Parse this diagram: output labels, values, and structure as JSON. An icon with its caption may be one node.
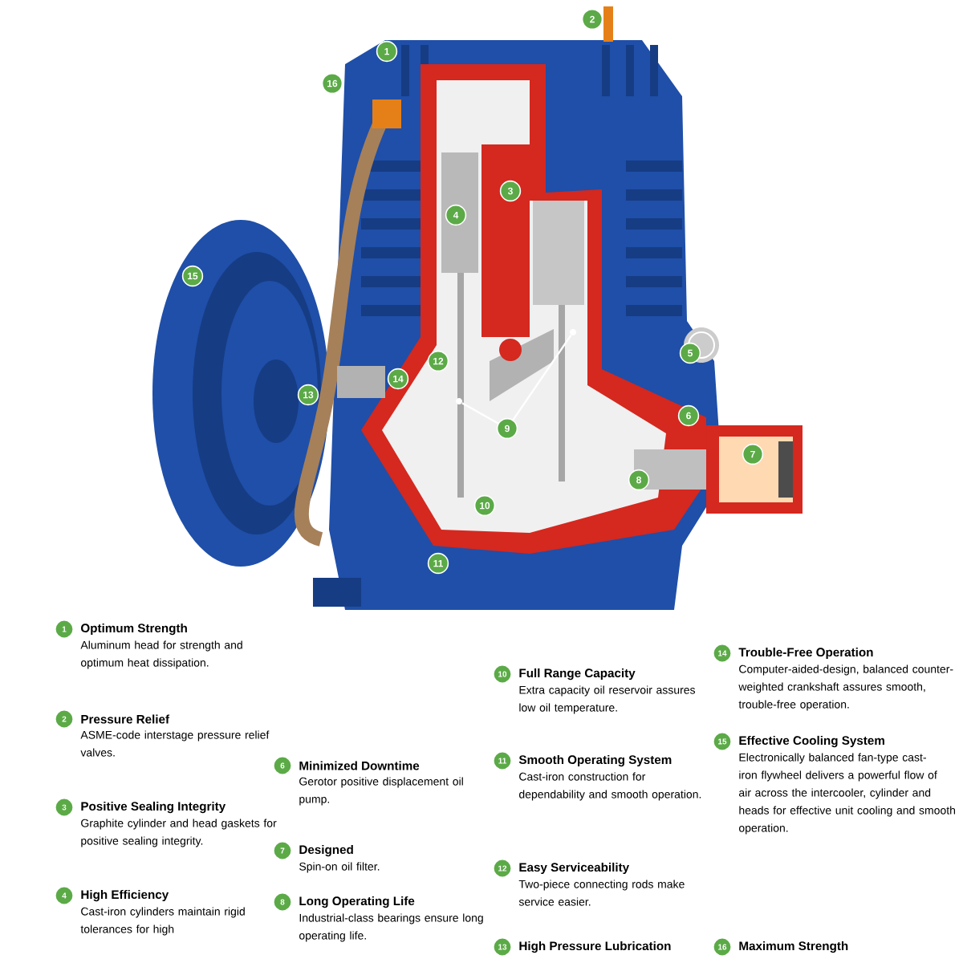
{
  "diagram": {
    "nodes": [
      {
        "text": [
          "2"
        ]
      },
      {
        "text": [
          "1"
        ]
      },
      {
        "text": [
          "16"
        ]
      },
      {
        "text": [
          "3"
        ]
      },
      {
        "text": [
          "4"
        ]
      },
      {
        "text": [
          "15"
        ]
      },
      {
        "text": [
          "12"
        ]
      },
      {
        "text": [
          "14"
        ]
      },
      {
        "text": [
          "5"
        ]
      },
      {
        "text": [
          "13"
        ]
      },
      {
        "text": [
          "9"
        ]
      },
      {
        "text": [
          "6"
        ]
      },
      {
        "text": [
          "7"
        ]
      },
      {
        "text": [
          "8"
        ]
      },
      {
        "text": [
          "10"
        ]
      },
      {
        "text": [
          "11"
        ]
      },
      {
        "text": [],
        "shape": "circle"
      },
      {
        "text": [],
        "shape": "circle"
      },
      {
        "text": [
          "1"
        ],
        "beside": [
          "Optimum Strength",
          "Aluminum head for strength and optimum heat dissipation."
        ]
      },
      {
        "text": [
          "2"
        ],
        "beside": [
          "Pressure Relief",
          "ASME-code interstage pressure relief valves."
        ]
      },
      {
        "text": [
          "3"
        ],
        "beside": [
          "Positive Sealing Integrity",
          "Graphite cylinder and head gaskets for positive sealing integrity."
        ]
      },
      {
        "text": [
          "4"
        ],
        "beside": [
          "High Efficiency",
          "Cast-iron cylinders maintain rigid tolerances for high"
        ]
      },
      {
        "text": [
          "6"
        ],
        "beside": [
          "Minimized Downtime",
          "Gerotor positive displacement oil pump."
        ]
      },
      {
        "text": [
          "7"
        ],
        "beside": [
          "Designed",
          "Spin-on oil filter."
        ]
      },
      {
        "text": [
          "8"
        ],
        "beside": [
          "Long Operating Life",
          "Industrial-class bearings ensure long operating life."
        ]
      },
      {
        "text": [
          "10"
        ],
        "beside": [
          "Full Range Capacity",
          "Extra capacity oil reservoir assures low oil temperature."
        ]
      },
      {
        "text": [
          "11"
        ],
        "beside": [
          "Smooth Operating System",
          "Cast-iron construction for dependability and smooth operation."
        ]
      },
      {
        "text": [
          "12"
        ],
        "beside": [
          "Easy Serviceability",
          "Two-piece connecting rods make service easier."
        ]
      },
      {
        "text": [
          "13"
        ],
        "beside": [
          "High Pressure Lubrication"
        ]
      },
      {
        "text": [
          "14"
        ],
        "beside": [
          "Trouble-Free Operation",
          "Computer-aided-design, balanced counter-weighted crankshaft assures smooth, trouble-free operation."
        ]
      },
      {
        "text": [
          "15"
        ],
        "beside": [
          "Effective Cooling System",
          "Electronically balanced fan-type cast-iron flywheel delivers a powerful flow of air across the intercooler, cylinder and heads for effective unit cooling and smooth operation."
        ]
      },
      {
        "text": [
          "16"
        ],
        "beside": [
          "Maximum Strength"
        ]
      }
    ],
    "edges": [
      {
        "from": 10,
        "to": 16,
        "arrow": "none"
      },
      {
        "from": 10,
        "to": 17,
        "arrow": "none"
      }
    ]
  }
}
